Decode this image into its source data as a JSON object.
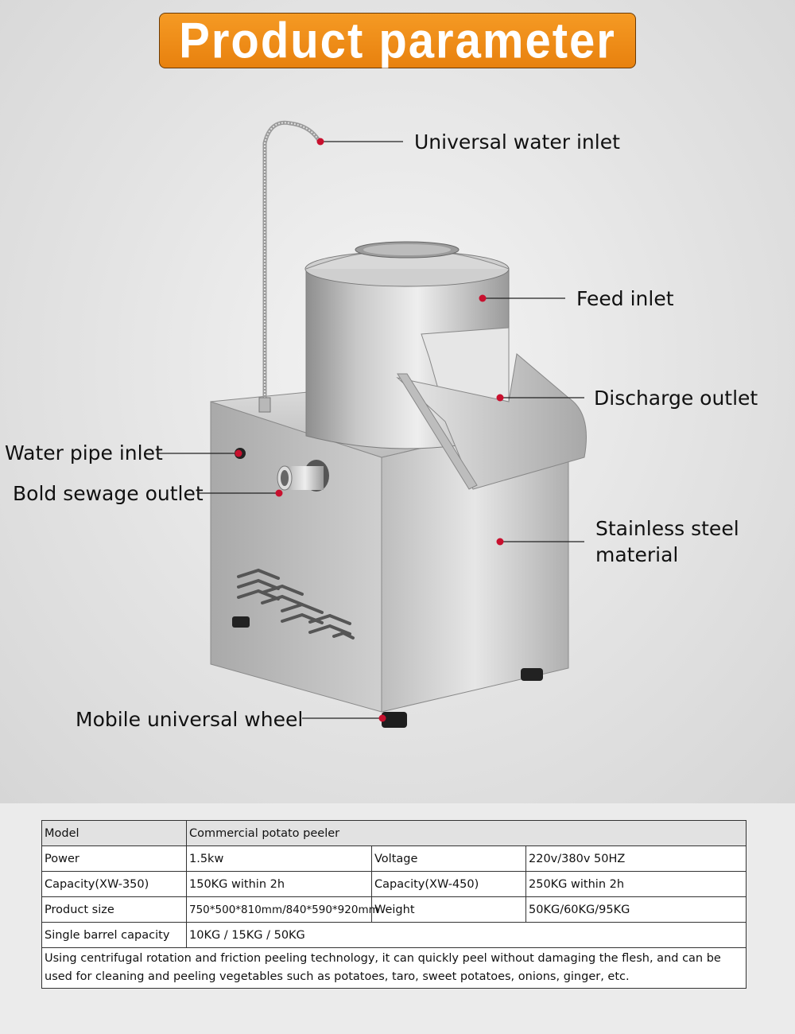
{
  "title": "Product parameter",
  "accent_color": "#f08c1a",
  "callout_dot_color": "#c8102e",
  "callouts": {
    "universal_water_inlet": "Universal water inlet",
    "feed_inlet": "Feed inlet",
    "discharge_outlet": "Discharge outlet",
    "water_pipe_inlet": "Water pipe inlet",
    "bold_sewage_outlet": "Bold sewage outlet",
    "stainless_steel_line1": "Stainless steel",
    "stainless_steel_line2": "material",
    "mobile_universal_wheel": "Mobile universal wheel"
  },
  "specs": {
    "model_label": "Model",
    "model_value": "Commercial potato peeler",
    "power_label": "Power",
    "power_value": "1.5kw",
    "voltage_label": "Voltage",
    "voltage_value": "220v/380v 50HZ",
    "capacity_350_label": "Capacity(XW-350)",
    "capacity_350_value": "150KG within 2h",
    "capacity_450_label": "Capacity(XW-450)",
    "capacity_450_value": "250KG within 2h",
    "size_label": "Product size",
    "size_value": "750*500*810mm/840*590*920mm",
    "weight_label": "Weight",
    "weight_value": "50KG/60KG/95KG",
    "barrel_label": "Single barrel capacity",
    "barrel_value": "10KG / 15KG / 50KG",
    "description": "Using centrifugal rotation and friction peeling technology, it can quickly peel without damaging the flesh, and can be used for cleaning and peeling vegetables such as potatoes, taro, sweet potatoes, onions, ginger, etc."
  }
}
